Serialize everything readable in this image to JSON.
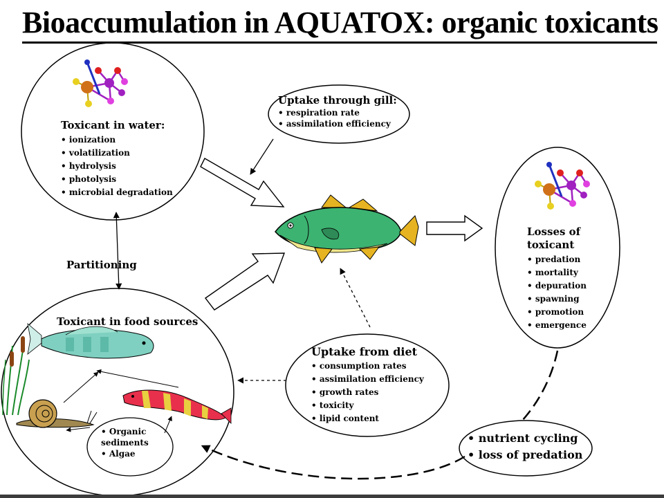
{
  "title": "Bioaccumulation in AQUATOX: organic toxicants",
  "water": {
    "heading": "Toxicant in water:",
    "items": [
      "ionization",
      "volatilization",
      "hydrolysis",
      "photolysis",
      "microbial degradation"
    ]
  },
  "gill": {
    "heading": "Uptake through gill:",
    "items": [
      "respiration rate",
      "assimilation efficiency"
    ]
  },
  "losses": {
    "heading_line1": "Losses of",
    "heading_line2": "toxicant",
    "items": [
      "predation",
      "mortality",
      "depuration",
      "spawning",
      "promotion",
      "emergence"
    ]
  },
  "partitioning_label": "Partitioning",
  "food": {
    "heading": "Toxicant in food sources",
    "sediments_items": [
      "Organic sediments",
      "Algae"
    ]
  },
  "diet": {
    "heading": "Uptake from diet",
    "items": [
      "consumption rates",
      "assimilation efficiency",
      "growth rates",
      "toxicity",
      "lipid content"
    ]
  },
  "cycling": {
    "items": [
      "nutrient cycling",
      "loss of predation"
    ]
  },
  "colors": {
    "fish_body": "#3cb371",
    "fish_fin": "#e6b422",
    "fish_belly": "#f0e68c",
    "molecule_purple": "#a020c0",
    "molecule_magenta": "#e040e0",
    "molecule_red": "#e02020",
    "molecule_yellow": "#e8d020",
    "molecule_orange": "#d07018",
    "molecule_blue": "#2030c0",
    "minnow": "#7fd0c0",
    "loach_body": "#e8304c",
    "loach_band": "#e8d040",
    "snail_shell": "#c8a050"
  }
}
